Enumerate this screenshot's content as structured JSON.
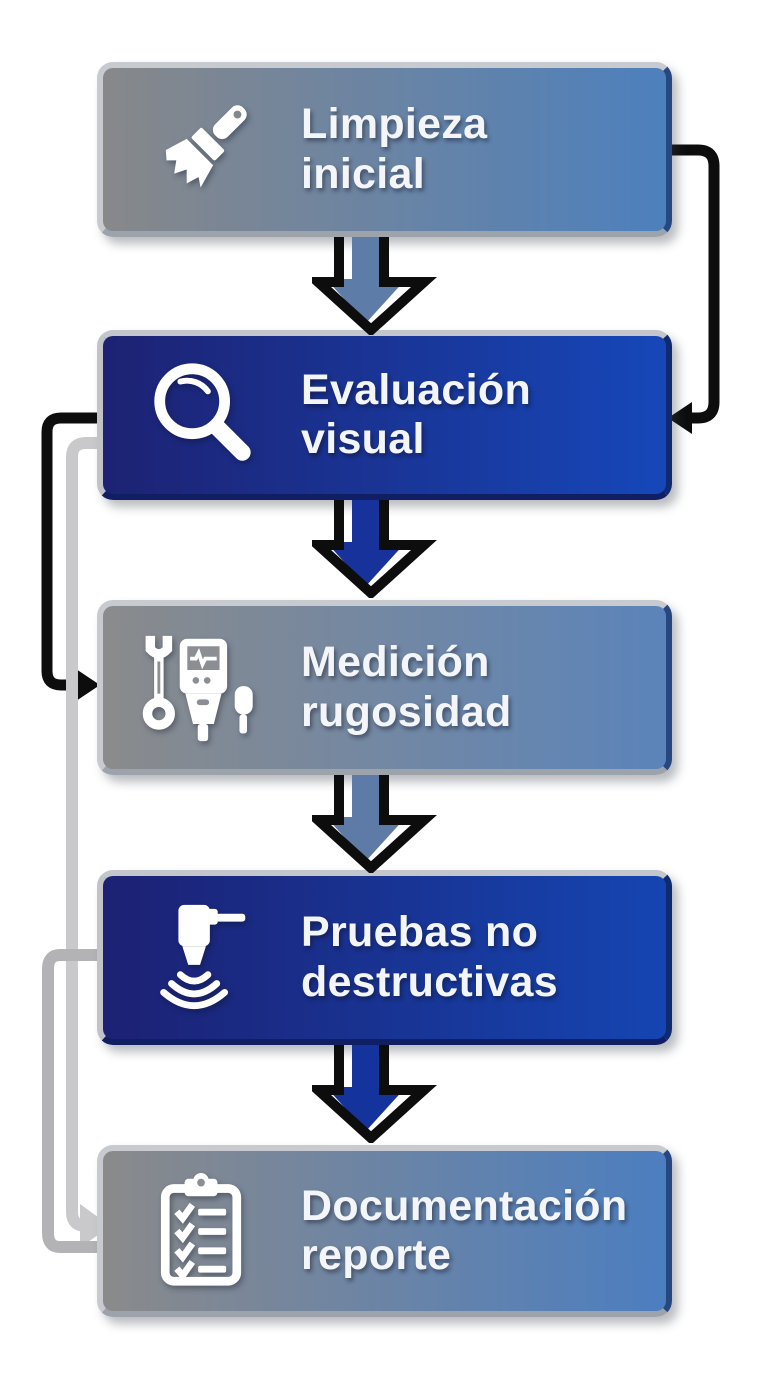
{
  "diagram_title": "",
  "steps": [
    {
      "name": "limpieza-inicial",
      "line1": "Limpieza",
      "line2": "inicial",
      "icon": "brush-icon",
      "variant": "cool",
      "gradient_from": "#87888a",
      "gradient_to": "#4d80bd"
    },
    {
      "name": "evaluacion-visual",
      "line1": "Evaluación",
      "line2": "visual",
      "icon": "magnifier-icon",
      "variant": "blue",
      "gradient_from": "#1d2273",
      "gradient_to": "#1647b9"
    },
    {
      "name": "medicion-rugosidad",
      "line1": "Medición",
      "line2": "rugosidad",
      "icon": "wrench-meter-icon",
      "variant": "cool",
      "gradient_from": "#8a8b8c",
      "gradient_to": "#5b84ba"
    },
    {
      "name": "pruebas-no-destructivas",
      "line1": "Pruebas no",
      "line2": "destructivas",
      "icon": "ultrasound-probe-icon",
      "variant": "blue",
      "gradient_from": "#1c2173",
      "gradient_to": "#1545b2"
    },
    {
      "name": "documentacion-reporte",
      "line1": "Documentación",
      "line2": "reporte",
      "icon": "clipboard-checklist-icon",
      "variant": "cool",
      "gradient_from": "#8a8a8b",
      "gradient_to": "#4c7ec0"
    }
  ],
  "down_arrows": [
    {
      "from": "limpieza-inicial",
      "to": "evaluacion-visual",
      "color": "#5e7ca8",
      "outline": "#0d0d0d"
    },
    {
      "from": "evaluacion-visual",
      "to": "medicion-rugosidad",
      "color": "#18329b",
      "outline": "#0d0d0d"
    },
    {
      "from": "medicion-rugosidad",
      "to": "pruebas-no-destructivas",
      "color": "#5e7aa6",
      "outline": "#0d0d0d"
    },
    {
      "from": "pruebas-no-destructivas",
      "to": "documentacion-reporte",
      "color": "#15339d",
      "outline": "#0d0d0d"
    }
  ],
  "connectors": [
    {
      "name": "right-elbow-limpieza-to-evaluacion",
      "side": "right",
      "color": "#0d0d0d"
    },
    {
      "name": "left-elbow-evaluacion-to-medicion",
      "side": "left",
      "color": "#0d0d0d"
    },
    {
      "name": "left-elbow-evaluacion-to-documentacion",
      "side": "left",
      "color": "#c9c9cb"
    },
    {
      "name": "left-elbow-pruebas-to-documentacion",
      "side": "left",
      "color": "#b3b3b5"
    }
  ],
  "colors": {
    "background": "#ffffff",
    "text": "#f3f5f8",
    "icon": "#ffffff",
    "arrow_black": "#0d0d0d",
    "connector_gray_light": "#c9c9cb",
    "connector_gray": "#b3b3b5"
  }
}
